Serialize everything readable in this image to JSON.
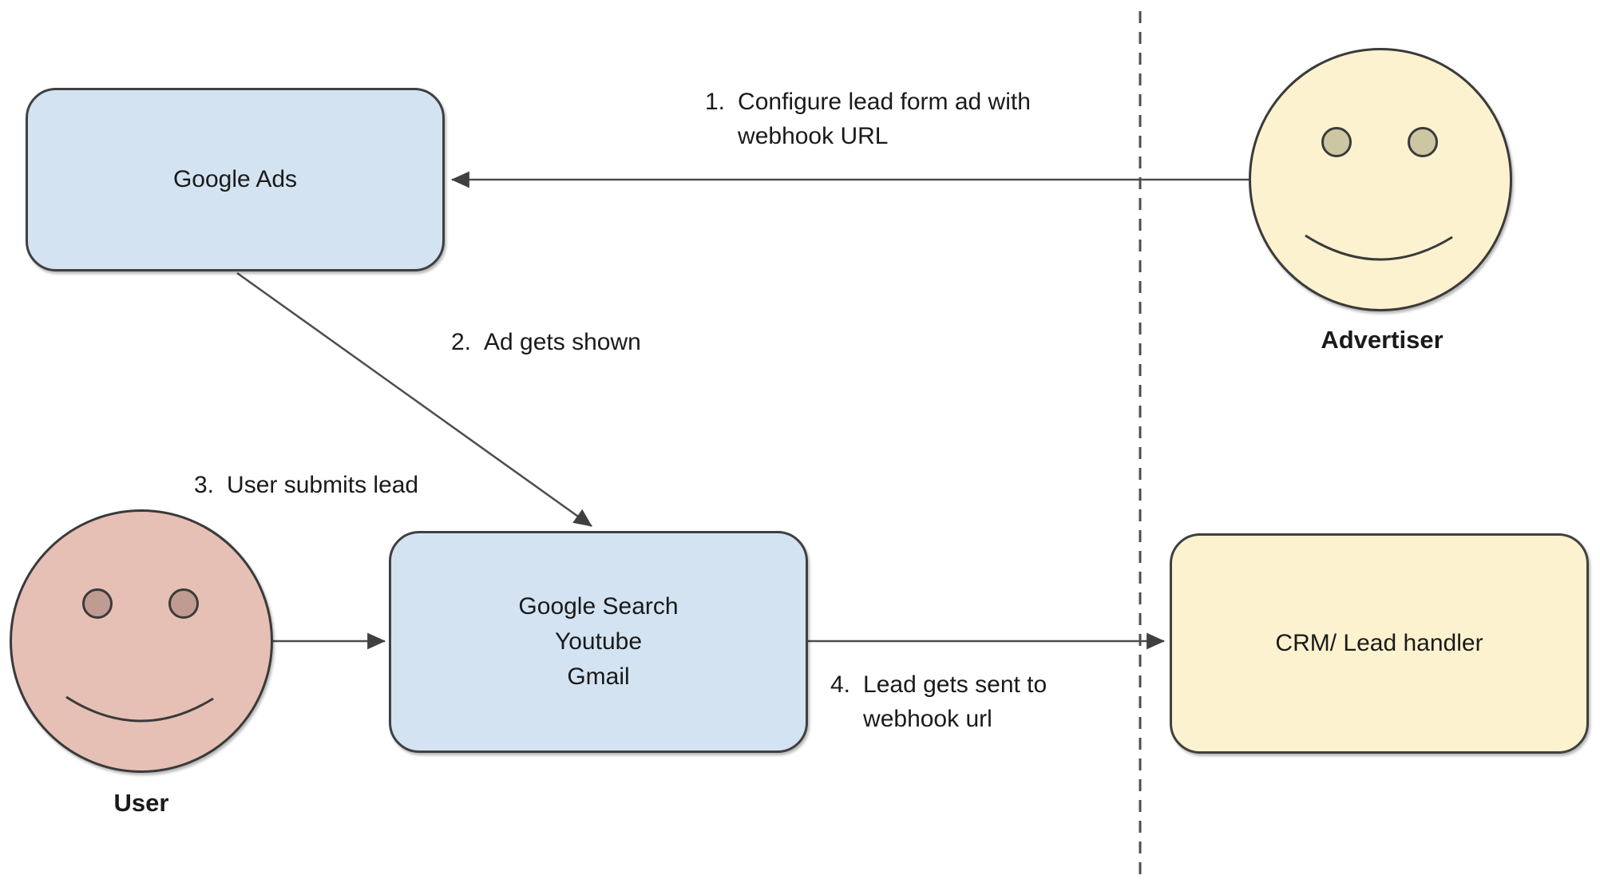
{
  "nodes": {
    "google_ads": {
      "label": "Google Ads"
    },
    "channels": {
      "line1": "Google Search",
      "line2": "Youtube",
      "line3": "Gmail"
    },
    "crm": {
      "label": "CRM/ Lead handler"
    },
    "advertiser": {
      "label": "Advertiser"
    },
    "user": {
      "label": "User"
    }
  },
  "steps": {
    "step1": {
      "num": "1.",
      "line1": "Configure lead form ad with",
      "line2": "webhook URL"
    },
    "step2": {
      "num": "2.",
      "text": "Ad gets shown"
    },
    "step3": {
      "num": "3.",
      "text": "User submits lead"
    },
    "step4": {
      "num": "4.",
      "line1": "Lead gets sent to",
      "line2": "webhook url"
    }
  },
  "colors": {
    "box_blue": "#d3e3f1",
    "box_yellow": "#fdf2cf",
    "face_yellow": "#fdf2cf",
    "face_pink": "#e6c0b5",
    "advertiser_eye": "#cdc6a2",
    "user_eye": "#c09b92",
    "line": "#4d4d4d",
    "border": "#404040",
    "text": "#1a1a1a"
  }
}
